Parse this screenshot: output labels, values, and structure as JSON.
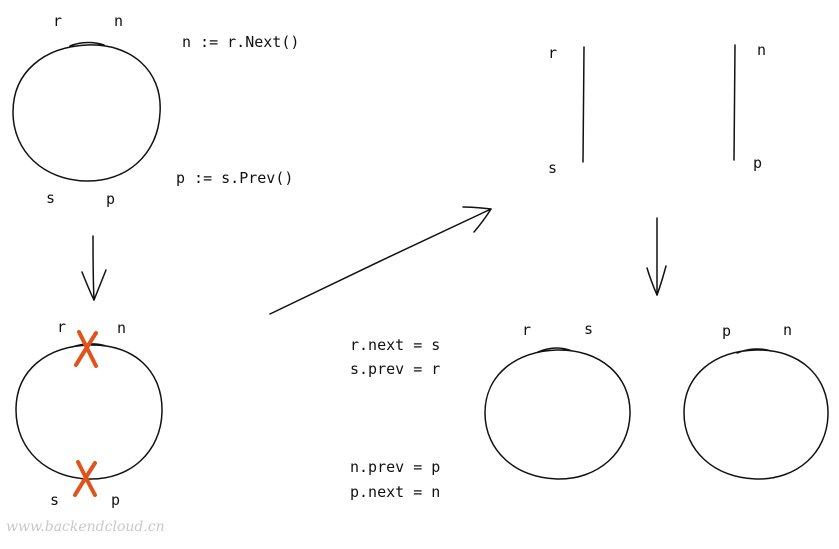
{
  "accent_color": "#e0531a",
  "watermark": "www.backendcloud.cn",
  "top_left": {
    "labels": {
      "r": "r",
      "n": "n",
      "s": "s",
      "p": "p"
    },
    "code_next": "n := r.Next()",
    "code_prev": "p := s.Prev()"
  },
  "bottom_left": {
    "labels": {
      "r": "r",
      "n": "n",
      "s": "s",
      "p": "p"
    },
    "cut_icon": "x-mark-icon"
  },
  "top_right": {
    "labels": {
      "r": "r",
      "s": "s",
      "n": "n",
      "p": "p"
    }
  },
  "relink_code": {
    "line1": "r.next = s",
    "line2": "s.prev = r",
    "line3": "n.prev = p",
    "line4": "p.next = n"
  },
  "result_left": {
    "labels": {
      "r": "r",
      "s": "s"
    }
  },
  "result_right": {
    "labels": {
      "p": "p",
      "n": "n"
    }
  }
}
